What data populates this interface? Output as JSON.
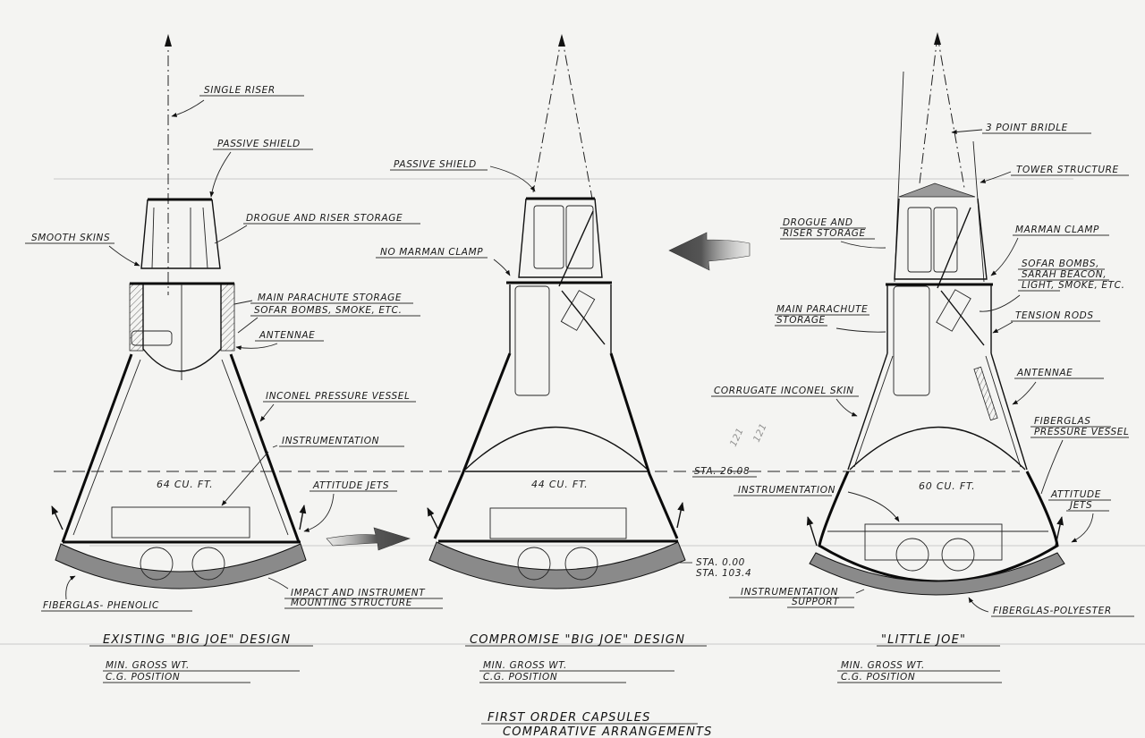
{
  "drawing": {
    "title_line1": "FIRST ORDER CAPSULES",
    "title_line2": "COMPARATIVE ARRANGEMENTS",
    "station_line": "STA. 26.08",
    "station_base_1": "STA. 0.00",
    "station_base_2": "STA. 103.4",
    "ink_color": "#111111",
    "paper_color": "#f4f4f2",
    "arrow_color": "#6d6d6d"
  },
  "capsules": [
    {
      "name": "\"BIG JOE\" DESIGN",
      "title": "EXISTING \"BIG JOE\" DESIGN",
      "volume": "64 CU. FT.",
      "min_gross_wt": "MIN. GROSS WT.",
      "cg_position": "C.G. POSITION",
      "labels": {
        "single_riser": "SINGLE RISER",
        "passive_shield": "PASSIVE SHIELD",
        "drogue_riser_storage": "DROGUE AND RISER STORAGE",
        "smooth_skins": "SMOOTH SKINS",
        "main_parachute_storage": "MAIN PARACHUTE STORAGE",
        "sofar_bombs": "SOFAR BOMBS, SMOKE, ETC.",
        "antennae": "ANTENNAE",
        "inconel_pressure_vessel": "INCONEL PRESSURE VESSEL",
        "instrumentation": "INSTRUMENTATION",
        "attitude_jets": "ATTITUDE JETS",
        "fiberglas_phenolic": "FIBERGLAS- PHENOLIC",
        "impact_structure_1": "IMPACT AND INSTRUMENT",
        "impact_structure_2": "MOUNTING STRUCTURE"
      }
    },
    {
      "name": "COMPROMISE \"BIG JOE\" DESIGN",
      "title": "COMPROMISE \"BIG JOE\" DESIGN",
      "volume": "44 CU. FT.",
      "min_gross_wt": "MIN. GROSS WT.",
      "cg_position": "C.G. POSITION",
      "labels": {
        "passive_shield": "PASSIVE SHIELD",
        "no_marman_clamp": "NO MARMAN CLAMP"
      }
    },
    {
      "name": "\"LITTLE JOE\"",
      "title": "\"LITTLE JOE\"",
      "volume": "60 CU. FT.",
      "min_gross_wt": "MIN. GROSS WT.",
      "cg_position": "C.G. POSITION",
      "labels": {
        "three_point_bridle": "3 POINT BRIDLE",
        "tower_structure": "TOWER STRUCTURE",
        "drogue_riser_1": "DROGUE AND",
        "drogue_riser_2": "RISER STORAGE",
        "marman_clamp": "MARMAN CLAMP",
        "sofar_1": "SOFAR BOMBS,",
        "sofar_2": "SARAH BEACON,",
        "sofar_3": "LIGHT, SMOKE, ETC.",
        "main_chute_1": "MAIN PARACHUTE",
        "main_chute_2": "STORAGE",
        "tension_rods": "TENSION RODS",
        "antennae": "ANTENNAE",
        "corrugate_skin": "CORRUGATE INCONEL SKIN",
        "fiberglas_pv_1": "FIBERGLAS",
        "fiberglas_pv_2": "PRESSURE VESSEL",
        "instrumentation": "INSTRUMENTATION",
        "attitude_jets_1": "ATTITUDE",
        "attitude_jets_2": "JETS",
        "instr_support_1": "INSTRUMENTATION",
        "instr_support_2": "SUPPORT",
        "fiberglas_polyester": "FIBERGLAS-POLYESTER"
      }
    }
  ],
  "annotations": {
    "pencil_marks": [
      "121",
      "121"
    ]
  }
}
